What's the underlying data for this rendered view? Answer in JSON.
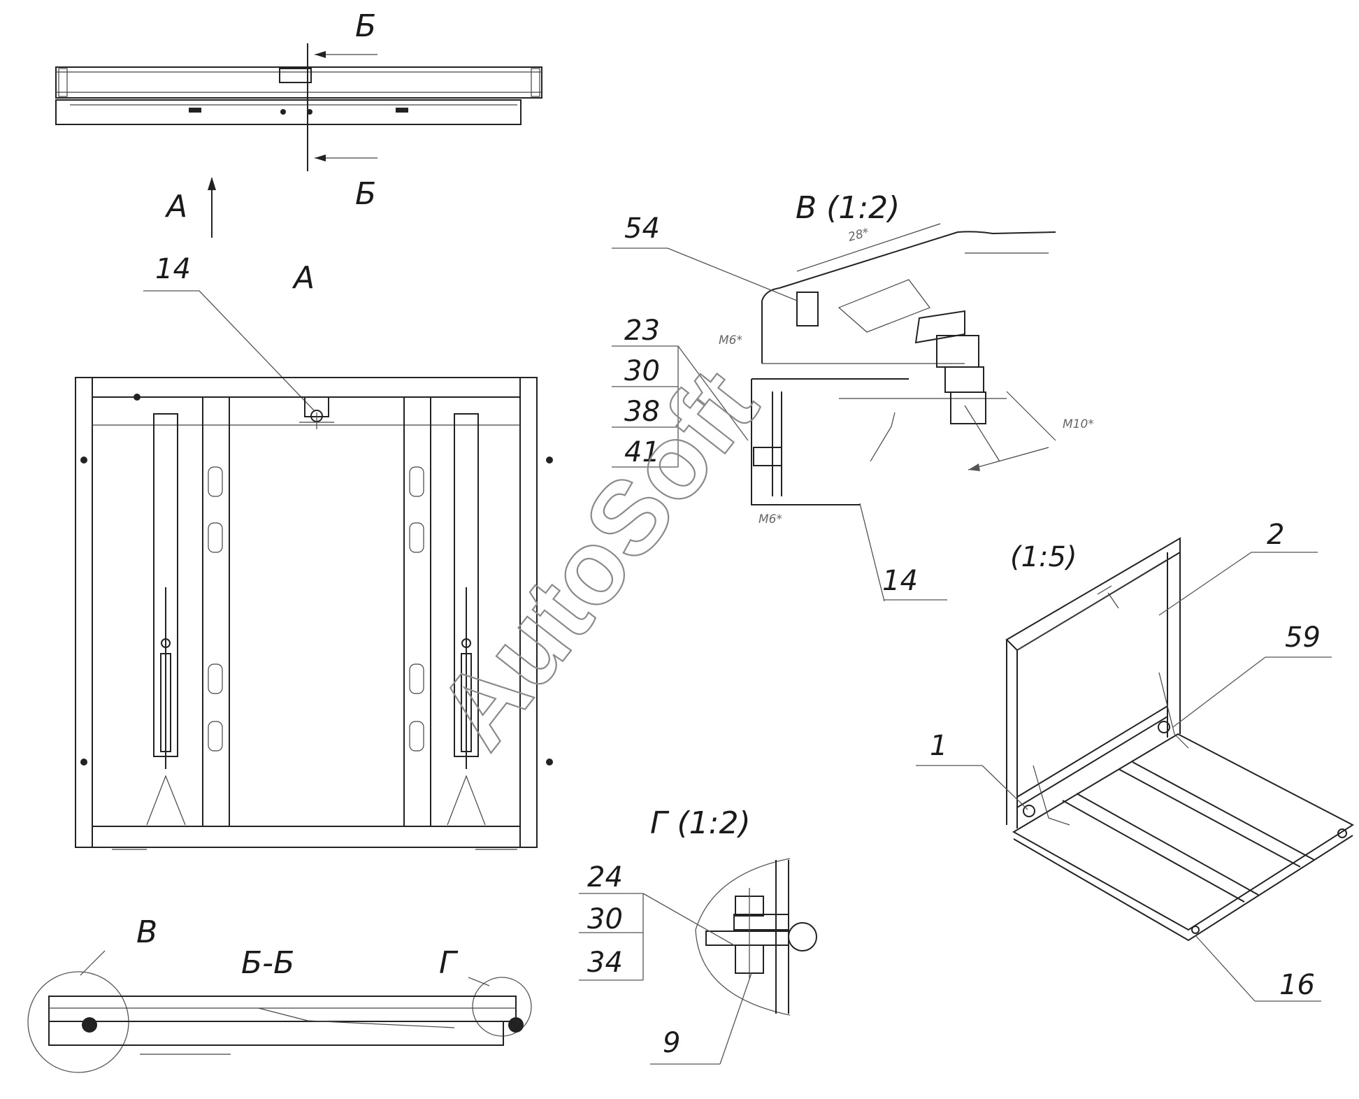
{
  "labels": {
    "section_b_top": "Б",
    "section_b_bottom": "Б",
    "view_a_arrow": "А",
    "view_a_title": "А",
    "view_v_title": "В  (1:2)",
    "view_g_title": "Г  (1:2)",
    "section_bb_title": "Б-Б",
    "callout_v": "В",
    "callout_g": "Г",
    "iso_scale": "(1:5)",
    "dim_28": "28*",
    "dim_m6_a": "M6*",
    "dim_m6_b": "M6*",
    "dim_m10": "M10*",
    "watermark": "AutoSoft"
  },
  "parts": {
    "p14_a": "14",
    "p54": "54",
    "p23": "23",
    "p30_a": "30",
    "p38": "38",
    "p41": "41",
    "p14_b": "14",
    "p2": "2",
    "p59": "59",
    "p1": "1",
    "p16": "16",
    "p24": "24",
    "p30_b": "30",
    "p34": "34",
    "p9": "9"
  }
}
